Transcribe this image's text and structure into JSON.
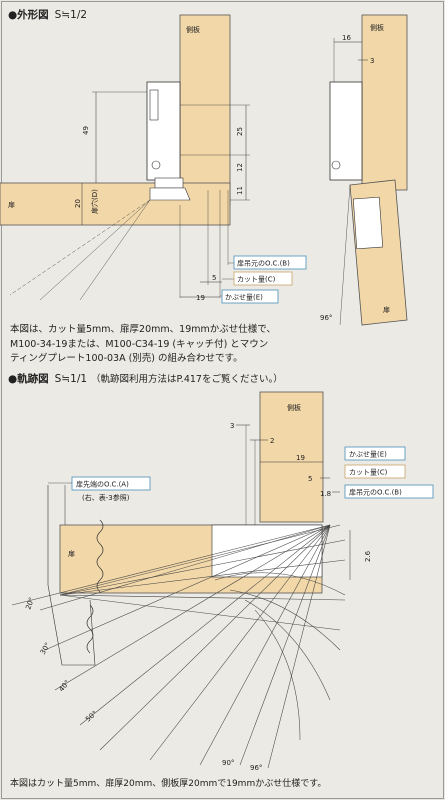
{
  "top": {
    "heading": "●外形図",
    "scale": "S≒1/2",
    "side_panel_label": "側板",
    "door_label": "扉",
    "boring_label": "扉穴(D)",
    "dims_left": [
      "49",
      "25",
      "12",
      "20",
      "11"
    ],
    "dims_bottom": [
      "5",
      "19"
    ],
    "dims_right": [
      "16",
      "3"
    ],
    "angle_label": "96°",
    "legend": {
      "oc": "扉吊元のO.C.(B)",
      "cut": "カット量(C)",
      "overlay": "かぶせ量(E)"
    },
    "description": [
      "本図は、カット量5mm、扉厚20mm、19mmかぶせ仕様で、",
      "M100-34-19または、M100-C34-19 (キャッチ付) とマウン",
      "ティングプレート100-03A (別売) の組み合わせです。"
    ]
  },
  "bottom": {
    "heading": "●軌跡図",
    "scale": "S≒1/1",
    "note": "（軌跡図利用方法はP.417をご覧ください。）",
    "side_panel_label": "側板",
    "door_label": "扉",
    "door_tip_label": "扉先端のO.C.(A)",
    "door_tip_note": "(右、表-3参照)",
    "dims": [
      "3",
      "2",
      "19",
      "5",
      "1.8",
      "2.6"
    ],
    "angles": [
      "20°",
      "30°",
      "40°",
      "50°",
      "90°",
      "96°"
    ],
    "legend": {
      "overlay": "かぶせ量(E)",
      "cut": "カット量(C)",
      "oc": "扉吊元のO.C.(B)"
    },
    "description": "本図はカット量5mm、扉厚20mm、側板厚20mmで19mmかぶせ仕様です。"
  },
  "colors": {
    "wood": "#f2d7a8",
    "line": "#333333",
    "legend_blue_border": "#4a90b8"
  }
}
